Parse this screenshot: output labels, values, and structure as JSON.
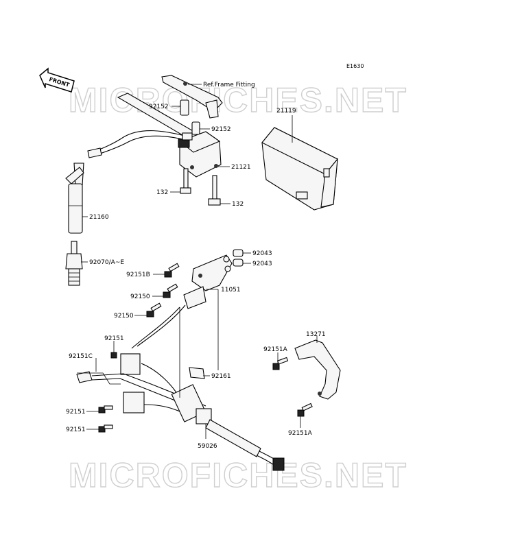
{
  "diagram_code": "E1630",
  "front_label": "FRONT",
  "ref_note": "Ref.Frame Fitting",
  "watermark": "MICROFICHES.NET",
  "labels": {
    "p21119": "21119",
    "p92152_top": "92152",
    "p92152_mid": "92152",
    "p21121": "21121",
    "p132_left": "132",
    "p132_right": "132",
    "p21160": "21160",
    "p92070": "92070/A~E",
    "p92043_a": "92043",
    "p92043_b": "92043",
    "p92151B": "92151B",
    "p11051": "11051",
    "p92150_a": "92150",
    "p92150_b": "92150",
    "p13271": "13271",
    "p92151": "92151",
    "p92151A_top": "92151A",
    "p92151C": "92151C",
    "p92161": "92161",
    "p92151_mid": "92151",
    "p92151_low": "92151",
    "p92151A_low": "92151A",
    "p59026": "59026"
  }
}
